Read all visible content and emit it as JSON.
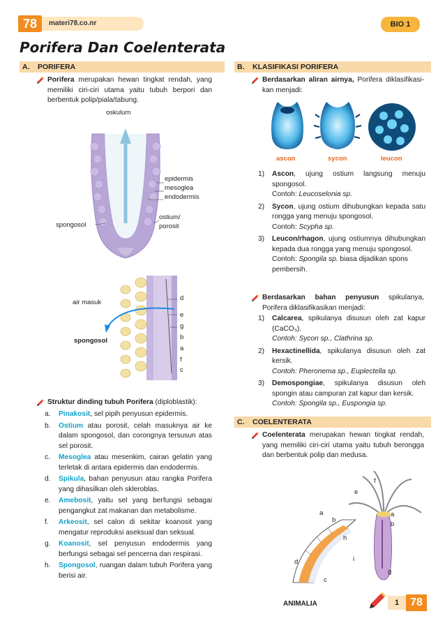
{
  "header": {
    "logo": "78",
    "site": "materi78.co.nr",
    "subject": "BIO 1"
  },
  "title": "Porifera Dan Coelenterata",
  "colors": {
    "accent": "#f28c1e",
    "bar": "#f8d9a8",
    "highlight": "#12a3c8",
    "caption": "#e9661f"
  },
  "secA": {
    "letter": "A.",
    "heading": "PORIFERA",
    "intro_bold": "Porifera",
    "intro_rest": " merupakan hewan tingkat rendah, yang memiliki ciri-ciri utama yaitu tubuh berpori dan berbentuk polip/piala/tabung.",
    "fig1": {
      "oskulum": "oskulum",
      "epidermis": "epidermis",
      "mesoglea": "mesoglea",
      "endodermis": "endodermis",
      "ostium": "ostium/",
      "porosit": "porosit",
      "spongosol": "spongosol"
    },
    "fig2": {
      "air_masuk": "air masuk",
      "spongosol": "spongosol",
      "d": "d",
      "e": "e",
      "g": "g",
      "b": "b",
      "a": "a",
      "f": "f",
      "c": "c"
    },
    "struktur_bold": "Struktur dinding tubuh Porifera",
    "struktur_rest": " (diploblastik):",
    "items": [
      {
        "letter": "a.",
        "term": "Pinakosit",
        "desc": ", sel pipih penyusun epidermis."
      },
      {
        "letter": "b.",
        "term": "Ostium",
        "desc": " atau porosit, celah masuknya air ke dalam spongosol, dan corongnya tersusun atas sel porosit."
      },
      {
        "letter": "c.",
        "term": "Mesoglea",
        "desc": " atau mesenkim, cairan gelatin yang terletak di antara epidermis dan endodermis."
      },
      {
        "letter": "d.",
        "term": "Spikula",
        "desc": ", bahan penyusun atau rangka Porifera yang dihasilkan oleh skleroblas."
      },
      {
        "letter": "e.",
        "term": "Amebosit",
        "desc": ", yaitu sel yang berfungsi sebagai pengangkut zat makanan dan metabolisme."
      },
      {
        "letter": "f.",
        "term": "Arkeosit",
        "desc": ", sel calon di sekitar koanosit yang mengatur reproduksi aseksual dan seksual."
      },
      {
        "letter": "g.",
        "term": "Koanosit",
        "desc": ", sel penyusun endodermis yang berfungsi sebagai sel pencerna dan respirasi."
      },
      {
        "letter": "h.",
        "term": "Spongosol",
        "desc": ", ruangan dalam tubuh Porifera yang berisi air."
      }
    ]
  },
  "secB": {
    "letter": "B.",
    "heading": "KLASIFIKASI PORIFERA",
    "p1_bold": "Berdasarkan aliran airnya,",
    "p1_rest": " Porifera diklasifikasi-kan menjadi:",
    "captions": [
      "ascon",
      "sycon",
      "leucon"
    ],
    "aliran": [
      {
        "num": "1)",
        "term": "Ascon",
        "desc": ", ujung ostium langsung menuju spongosol.",
        "ex_label": "Contoh: ",
        "ex": "Leucoselonia sp."
      },
      {
        "num": "2)",
        "term": "Sycon",
        "desc": ", ujung ostium dihubungkan kepada satu rongga yang menuju spongosol.",
        "ex_label": "Contoh: ",
        "ex": "Scypha sp."
      },
      {
        "num": "3)",
        "term": "Leucon/rhagon",
        "desc": ", ujung ostiumnya dihubungkan kepada dua rongga yang menuju spongosol.",
        "ex_label": "Contoh: ",
        "ex": "Spongila sp.",
        "ex_rest": " biasa dijadikan spons pembersih."
      }
    ],
    "p2_bold": "Berdasarkan bahan penyusun",
    "p2_rest": " spikulanya, Porifera diklasifikasikan menjadi:",
    "bahan": [
      {
        "num": "1)",
        "term": "Calcarea",
        "desc": ", spikulanya disusun oleh zat kapur (CaCO₃).",
        "ex": "Contoh: Sycon sp., Clathrina sp."
      },
      {
        "num": "2)",
        "term": "Hexactinellida",
        "desc": ", spikulanya disusun oleh zat kersik.",
        "ex": "Contoh: Pheronema sp., Euplectella sp."
      },
      {
        "num": "3)",
        "term": "Demospongiae",
        "desc": ", spikulanya disusun oleh spongin atau campuran zat kapur dan kersik.",
        "ex": "Contoh: Spongila sp., Euspongia sp."
      }
    ]
  },
  "secC": {
    "letter": "C.",
    "heading": "COELENTERATA",
    "p_bold": "Coelenterata",
    "p_rest": " merupakan hewan tingkat rendah, yang memiliki ciri-ciri utama yaitu tubuh berongga dan berbentuk polip dan medusa.",
    "fig": {
      "a1": "a",
      "b1": "b",
      "h": "h",
      "d": "d",
      "c": "c",
      "i": "i",
      "f": "f",
      "e": "e",
      "a2": "a",
      "b2": "b",
      "g": "g"
    }
  },
  "footer": {
    "label": "ANIMALIA",
    "page": "1",
    "logo": "78"
  }
}
